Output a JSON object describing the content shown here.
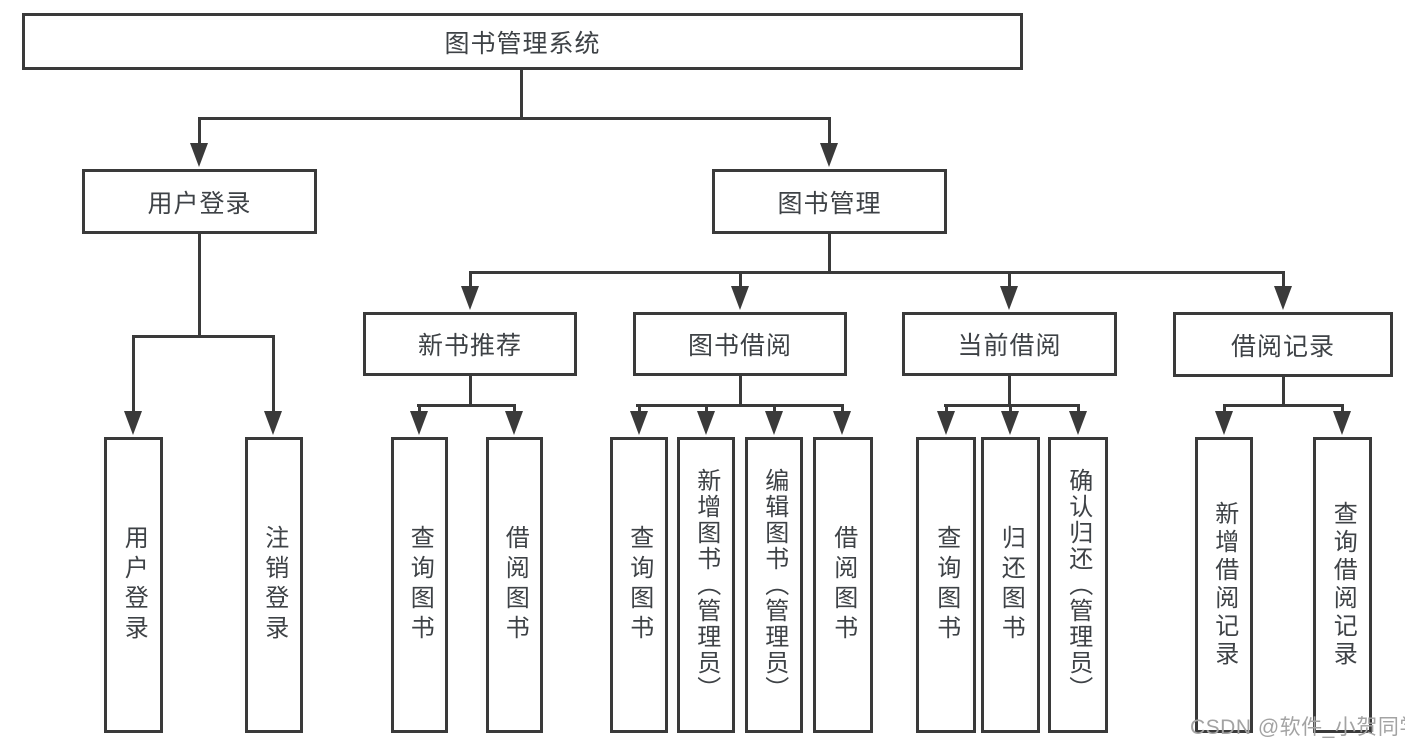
{
  "diagram": {
    "root": "图书管理系统",
    "level1": {
      "user_login": "用户登录",
      "book_management": "图书管理"
    },
    "level2": {
      "new_book": "新书推荐",
      "borrowing": "图书借阅",
      "current": "当前借阅",
      "records": "借阅记录"
    },
    "leaves": {
      "user": [
        "用户登录",
        "注销登录"
      ],
      "new_book": [
        "查询图书",
        "借阅图书"
      ],
      "borrowing": [
        "查询图书",
        "新增图书（管理员）",
        "编辑图书（管理员）",
        "借阅图书"
      ],
      "current": [
        "查询图书",
        "归还图书",
        "确认归还（管理员）"
      ],
      "records": [
        "新增借阅记录",
        "查询借阅记录"
      ]
    }
  },
  "watermark": "CSDN @软件_小贺同学",
  "colors": {
    "line": "#3a3a3a",
    "text": "#3e4246",
    "watermark": "#a3a3a3",
    "background": "#ffffff"
  }
}
